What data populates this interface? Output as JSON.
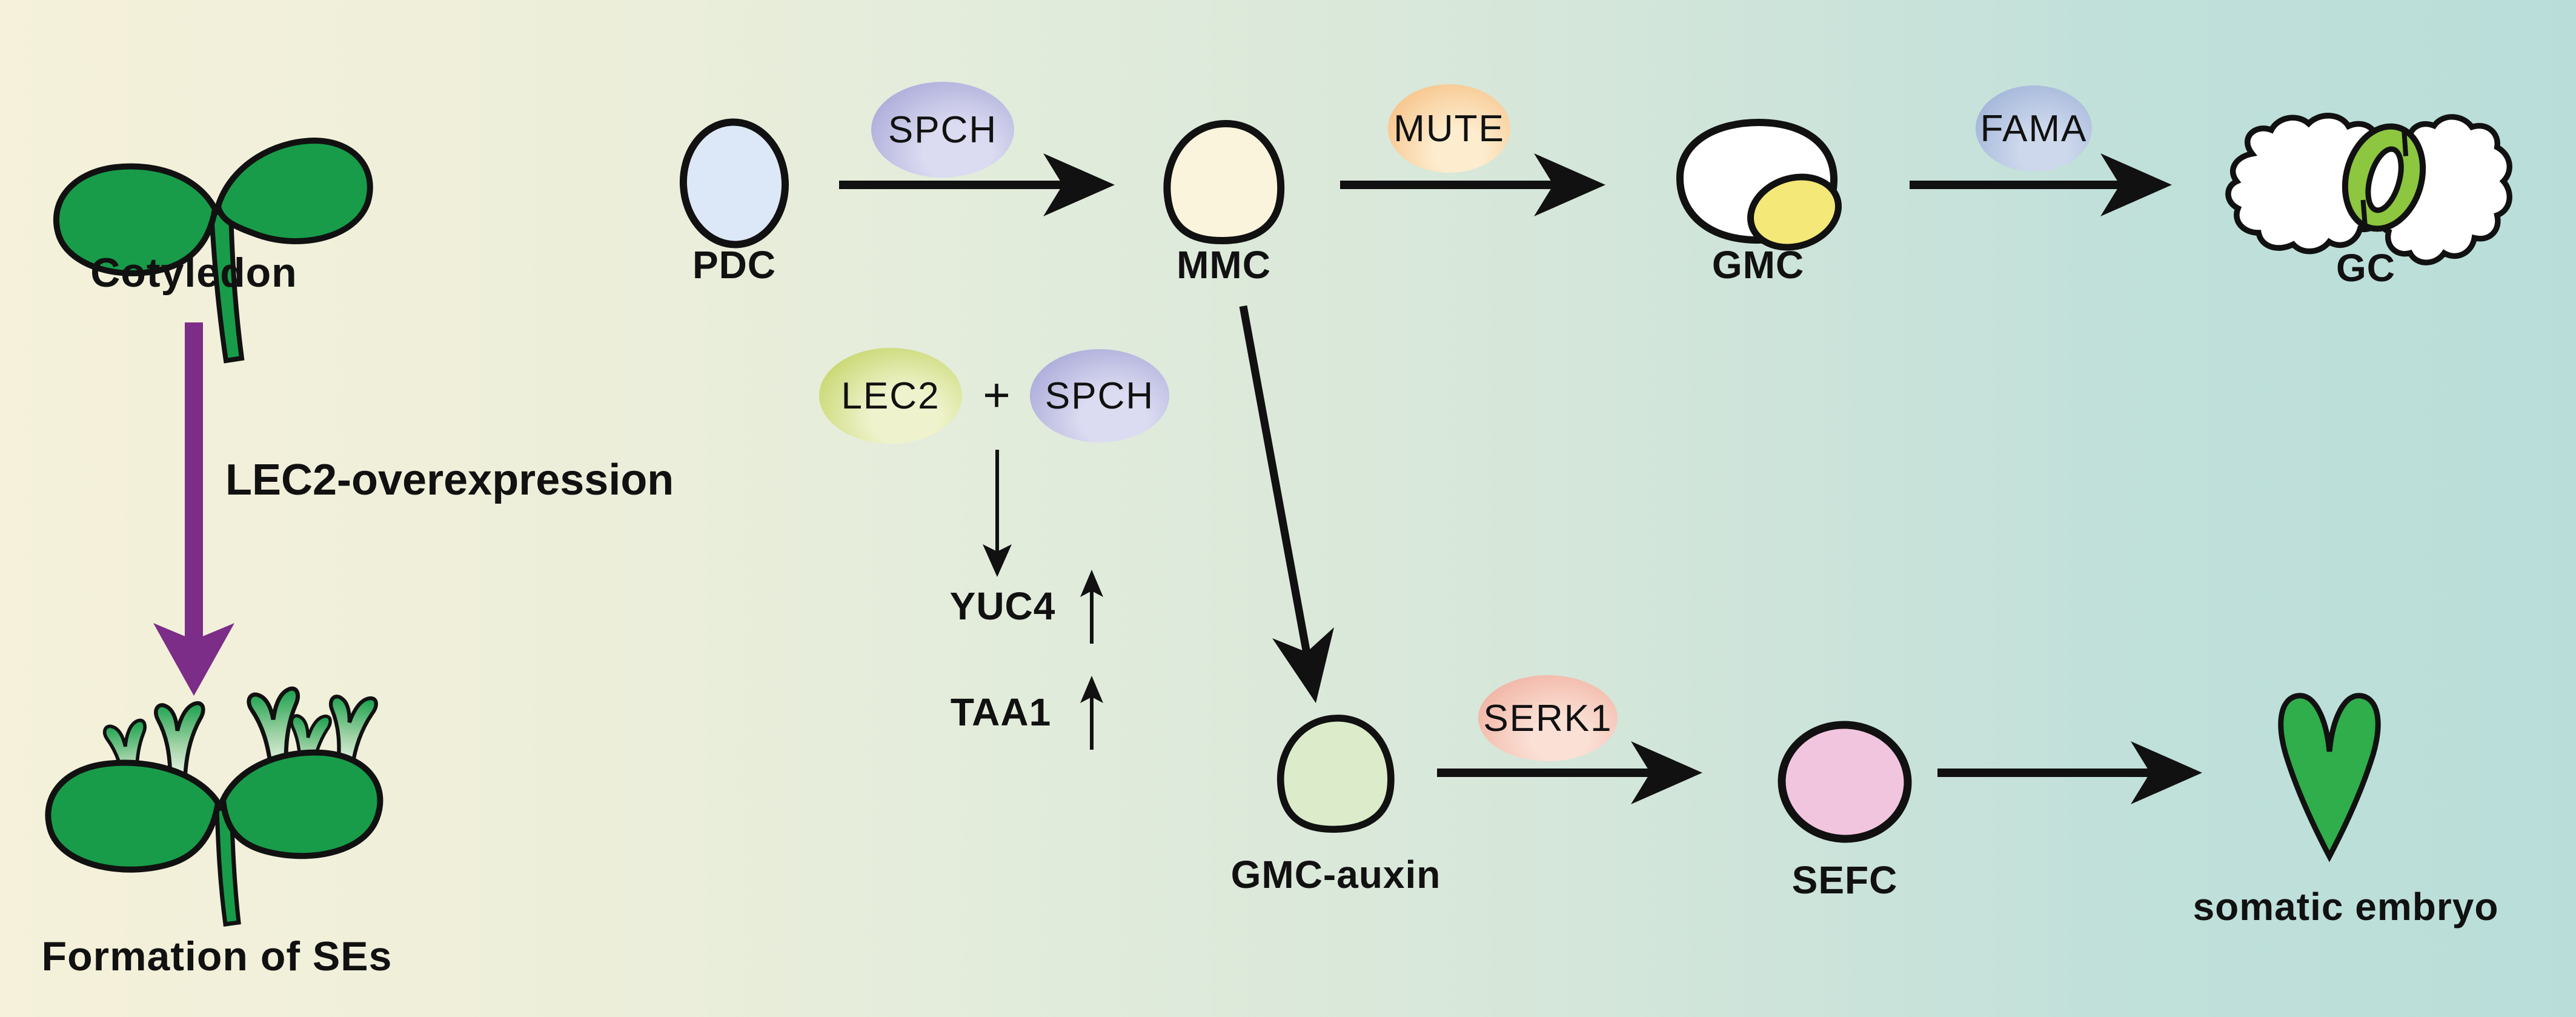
{
  "left_panel": {
    "cotyledon_label": "Cotyledon",
    "overexpression_label": "LEC2-overexpression",
    "formation_label": "Formation of SEs"
  },
  "pathway": {
    "pdc_label": "PDC",
    "spch_label": "SPCH",
    "mmc_label": "MMC",
    "mute_label": "MUTE",
    "gmc_label": "GMC",
    "fama_label": "FAMA",
    "gc_label": "GC"
  },
  "interaction": {
    "lec2_label": "LEC2",
    "plus_sign": "+",
    "spch_label": "SPCH",
    "yuc4_label": "YUC4",
    "taa1_label": "TAA1"
  },
  "lower": {
    "gmc_auxin_label": "GMC-auxin",
    "serk1_label": "SERK1",
    "sefc_label": "SEFC",
    "somatic_embryo_label": "somatic embryo"
  },
  "icons": {
    "up_arrow_meaning": "upregulated",
    "down_arrow_meaning": "induces",
    "purple_arrow_meaning": "LEC2 overexpression converts cotyledon to SE-forming cotyledon"
  },
  "colors": {
    "background_left": "#f5f1da",
    "background_mid": "#e3ecdb",
    "background_right": "#b9ded9",
    "text_black": "#111111",
    "arrow_black": "#111111",
    "arrow_purple": "#7c2d87",
    "cotyledon_green": "#189c4a",
    "sprout_tip_green": "#18a04c",
    "sprout_mid_green": "#9ed2a4",
    "sprout_base_white": "#f2f8f0",
    "pdc_fill": "#dce8f7",
    "mmc_fill": "#fbf4dc",
    "gmc_fill": "#ffffff",
    "gmc_inner_yellow": "#f3e878",
    "gmc_auxin_fill": "#dcecca",
    "sefc_fill": "#f2c5de",
    "embryo_green": "#2fae4b",
    "gc_cell_white": "#ffffff",
    "gc_ring_green": "#8dc63f",
    "spch_dark": "#a3a3d6",
    "spch_light": "#dbdbf1",
    "mute_dark": "#f6bf82",
    "mute_light": "#fdeccd",
    "fama_dark": "#9db1d7",
    "fama_light": "#cdd8ec",
    "lec2_dark": "#c1d25e",
    "lec2_light": "#eff3cd",
    "serk1_dark": "#efae9d",
    "serk1_light": "#fbe0d5"
  }
}
